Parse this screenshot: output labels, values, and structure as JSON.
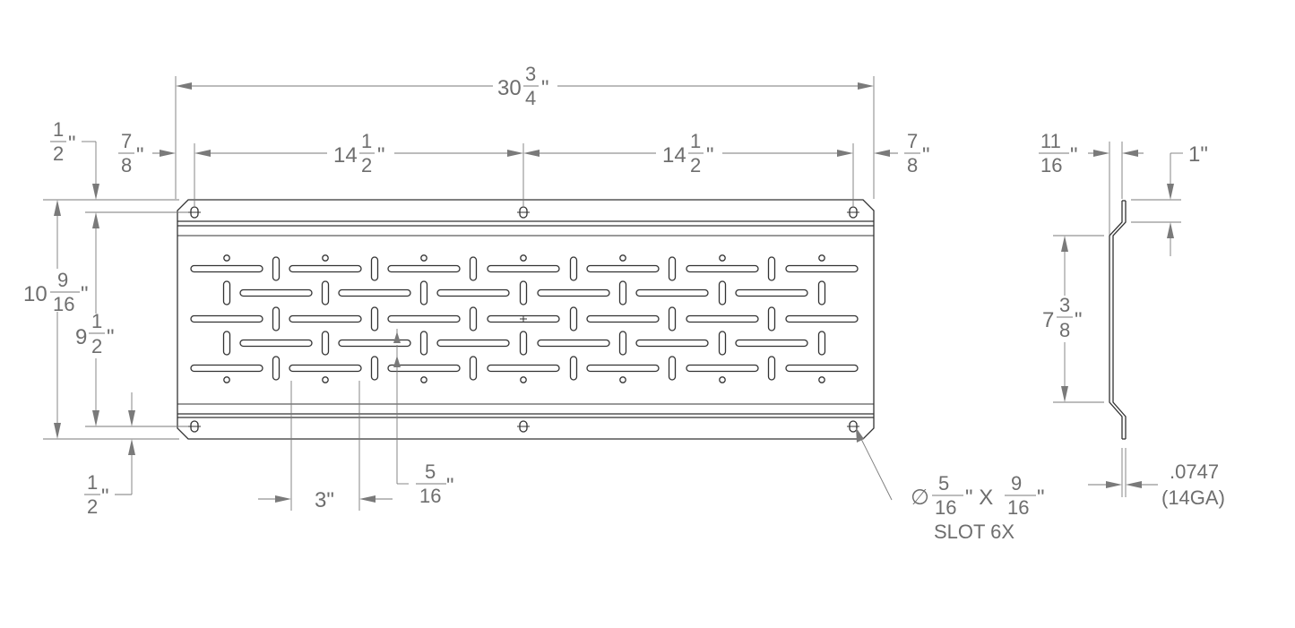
{
  "front_view": {
    "overall_width": {
      "whole": "30",
      "num": "3",
      "den": "4",
      "unit": "\""
    },
    "center_spacing_left": {
      "whole": "14",
      "num": "1",
      "den": "2",
      "unit": "\""
    },
    "center_spacing_right": {
      "whole": "14",
      "num": "1",
      "den": "2",
      "unit": "\""
    },
    "edge_offset_left": {
      "num": "7",
      "den": "8",
      "unit": "\""
    },
    "edge_offset_right": {
      "num": "7",
      "den": "8",
      "unit": "\""
    },
    "top_margin": {
      "num": "1",
      "den": "2",
      "unit": "\""
    },
    "overall_height": {
      "whole": "10",
      "num": "9",
      "den": "16",
      "unit": "\""
    },
    "hole_spacing_vertical": {
      "whole": "9",
      "num": "1",
      "den": "2",
      "unit": "\""
    },
    "bottom_margin": {
      "num": "1",
      "den": "2",
      "unit": "\""
    },
    "pattern_pitch": {
      "text": "3\""
    },
    "slot_width": {
      "num": "5",
      "den": "16",
      "unit": "\""
    },
    "mount_slot": {
      "symbol": "∅",
      "num1": "5",
      "den1": "16",
      "times": "\" X",
      "num2": "9",
      "den2": "16",
      "unit": "\"",
      "note": "SLOT 6X"
    }
  },
  "side_view": {
    "flange_offset": {
      "num": "11",
      "den": "16",
      "unit": "\""
    },
    "flange_height": {
      "text": "1\""
    },
    "web_height": {
      "whole": "7",
      "num": "3",
      "den": "8",
      "unit": "\""
    },
    "thickness": {
      "value": ".0747",
      "gauge": "(14GA)"
    }
  }
}
